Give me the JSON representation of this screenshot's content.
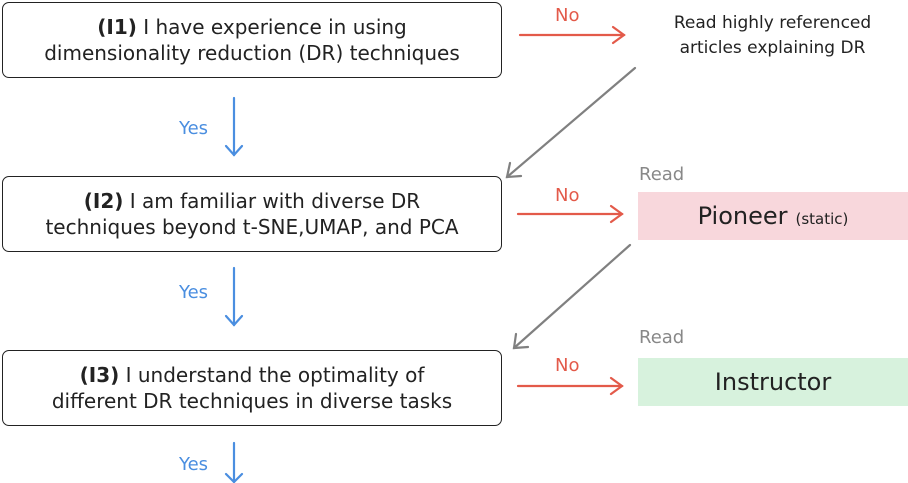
{
  "questions": [
    {
      "id": "(I1)",
      "lines": [
        "I have experience in using",
        "dimensionality reduction (DR)  techniques"
      ]
    },
    {
      "id": "(I2)",
      "lines": [
        "I am familiar with diverse DR",
        "techniques beyond t-SNE,UMAP, and PCA"
      ]
    },
    {
      "id": "(I3)",
      "lines": [
        "I understand the optimality of",
        "different DR techniques in diverse tasks"
      ]
    }
  ],
  "yes_label": "Yes",
  "no_label": "No",
  "read_label": "Read",
  "note": {
    "lines": [
      "Read highly referenced",
      "articles explaining DR"
    ]
  },
  "results": [
    {
      "name": "Pioneer",
      "sub": "(static)",
      "color": "#f8d7dc"
    },
    {
      "name": "Instructor",
      "sub": "",
      "color": "#d7f2dd"
    }
  ],
  "colors": {
    "yes_arrow": "#4a8ee0",
    "no_arrow": "#e35a4a",
    "back_arrow": "#808080",
    "border": "#222222"
  }
}
